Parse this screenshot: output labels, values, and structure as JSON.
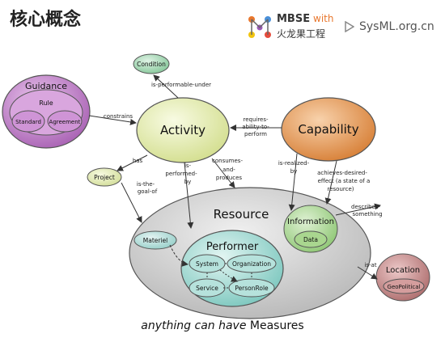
{
  "header": {
    "title": "核心概念",
    "brand_name": "MBSE",
    "brand_with": "with",
    "brand_sub": "火龙果工程",
    "site": "SysML.org.cn"
  },
  "nodes": {
    "guidance": "Guidance",
    "rule": "Rule",
    "standard": "Standard",
    "agreement": "Agreement",
    "condition": "Condition",
    "activity": "Activity",
    "capability": "Capability",
    "project": "Project",
    "resource": "Resource",
    "information": "Information",
    "data": "Data",
    "materiel": "Materiel",
    "performer": "Performer",
    "system": "System",
    "organization": "Organization",
    "service": "Service",
    "personrole": "PersonRole",
    "location": "Location",
    "geopolitical": "GeoPolitical"
  },
  "relations": {
    "is_performable_under": "is-performable-under",
    "constrains": "constrains",
    "requires_1": "requires-",
    "requires_2": "ability-to-",
    "requires_3": "perform",
    "has": "has",
    "is_the_goal_1": "is-the-",
    "is_the_goal_2": "goal-of",
    "is_performed_1": "is-",
    "is_performed_2": "performed-",
    "is_performed_3": "by",
    "consumes_1": "consumes-",
    "consumes_2": "and-",
    "consumes_3": "produces",
    "is_realized_1": "is-realized-",
    "is_realized_2": "by",
    "achieves_1": "achieves-desired-",
    "achieves_2": "effect (a state of a",
    "achieves_3": "resource)",
    "describes_1": "describes-",
    "describes_2": "something",
    "is_at": "is-at"
  },
  "caption": {
    "italic": "anything can have",
    "plain": "Measures"
  },
  "colors": {
    "guidance": "#c98bd0",
    "activity": "#e8efb4",
    "capability": "#e39a5a",
    "condition": "#a9dcb8",
    "resource": "#d9d9d9",
    "information": "#b3dca0",
    "performer": "#a8dcd6",
    "location": "#c98f8f"
  }
}
